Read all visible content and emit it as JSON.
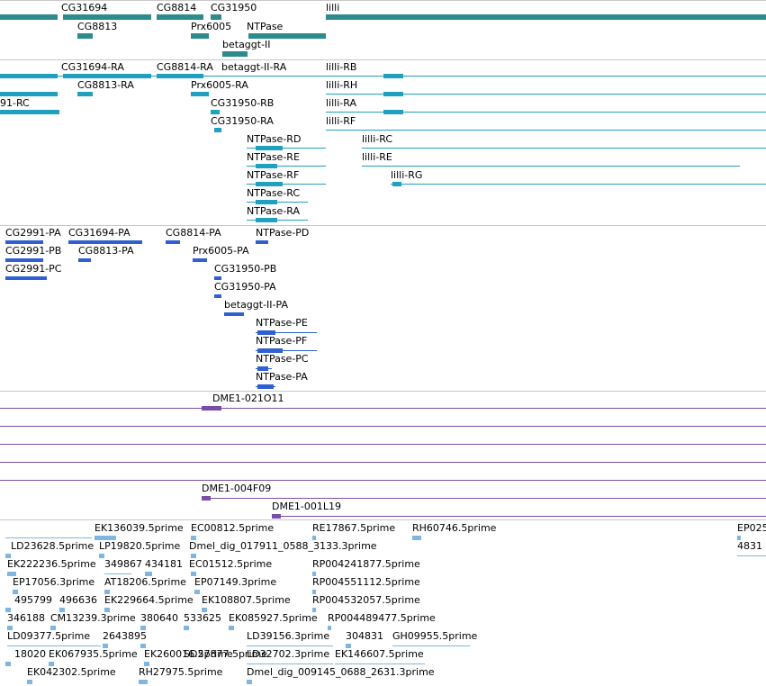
{
  "colors": {
    "gene": "#2e8b8b",
    "transcript": "#1fa0bf",
    "protein": "#2f5fd0",
    "clone": "#7a4ea8",
    "est": "#7fb6e0",
    "separator": "#c8c8c8"
  },
  "tracks": {
    "genes": [
      {
        "label": "CG31694"
      },
      {
        "label": "CG8814"
      },
      {
        "label": "CG31950"
      },
      {
        "label": "lilli"
      },
      {
        "label": "CG8813"
      },
      {
        "label": "Prx6005"
      },
      {
        "label": "NTPase"
      },
      {
        "label": "betaggt-II"
      }
    ],
    "transcripts": [
      {
        "label": "CG31694-RA"
      },
      {
        "label": "CG8814-RA"
      },
      {
        "label": "betaggt-II-RA"
      },
      {
        "label": "lilli-RB"
      },
      {
        "label": "CG8813-RA"
      },
      {
        "label": "Prx6005-RA"
      },
      {
        "label": "lilli-RH"
      },
      {
        "label": "CG31950-RB"
      },
      {
        "label": "lilli-RA"
      },
      {
        "label": "91-RC"
      },
      {
        "label": "CG31950-RA"
      },
      {
        "label": "lilli-RF"
      },
      {
        "label": "NTPase-RD"
      },
      {
        "label": "lilli-RC"
      },
      {
        "label": "NTPase-RE"
      },
      {
        "label": "lilli-RE"
      },
      {
        "label": "NTPase-RF"
      },
      {
        "label": "lilli-RG"
      },
      {
        "label": "NTPase-RC"
      },
      {
        "label": "NTPase-RA"
      }
    ],
    "proteins": [
      {
        "label": "CG2991-PA"
      },
      {
        "label": "CG31694-PA"
      },
      {
        "label": "CG8814-PA"
      },
      {
        "label": "NTPase-PD"
      },
      {
        "label": "CG2991-PB"
      },
      {
        "label": "CG8813-PA"
      },
      {
        "label": "Prx6005-PA"
      },
      {
        "label": "CG2991-PC"
      },
      {
        "label": "CG31950-PB"
      },
      {
        "label": "CG31950-PA"
      },
      {
        "label": "betaggt-II-PA"
      },
      {
        "label": "NTPase-PE"
      },
      {
        "label": "NTPase-PF"
      },
      {
        "label": "NTPase-PC"
      },
      {
        "label": "NTPase-PA"
      }
    ],
    "clones": [
      {
        "label": "DME1-021O11"
      },
      {
        "label": "DME1-004F09"
      },
      {
        "label": "DME1-001L19"
      }
    ],
    "ests": [
      {
        "label": "EK136039.5prime"
      },
      {
        "label": "EC00812.5prime"
      },
      {
        "label": "RE17867.5prime"
      },
      {
        "label": "RH60746.5prime"
      },
      {
        "label": "EP025"
      },
      {
        "label": "LD23628.5prime"
      },
      {
        "label": "LP19820.5prime"
      },
      {
        "label": "Dmel_dig_017911_0588_3133.3prime"
      },
      {
        "label": "4831"
      },
      {
        "label": "EK222236.5prime"
      },
      {
        "label": "349867"
      },
      {
        "label": "434181"
      },
      {
        "label": "EC01512.5prime"
      },
      {
        "label": "RP004241877.5prime"
      },
      {
        "label": "EP17056.3prime"
      },
      {
        "label": "AT18206.5prime"
      },
      {
        "label": "EP07149.3prime"
      },
      {
        "label": "RP004551112.5prime"
      },
      {
        "label": "495799"
      },
      {
        "label": "496636"
      },
      {
        "label": "EK229664.5prime"
      },
      {
        "label": "EK108807.5prime"
      },
      {
        "label": "RP004532057.5prime"
      },
      {
        "label": "346188"
      },
      {
        "label": "CM13239.3prime"
      },
      {
        "label": "380640"
      },
      {
        "label": "533625"
      },
      {
        "label": "EK085927.5prime"
      },
      {
        "label": "RP004489477.5prime"
      },
      {
        "label": "LD09377.5prime"
      },
      {
        "label": "264389"
      },
      {
        "label": "5"
      },
      {
        "label": "LD39156.3prime"
      },
      {
        "label": "304831"
      },
      {
        "label": "GH09955.5prime"
      },
      {
        "label": "18020"
      },
      {
        "label": "EK067935.5prime"
      },
      {
        "label": "EK260016.5prime"
      },
      {
        "label": "LD32702.3prime"
      },
      {
        "label": "EK146607.5prime"
      },
      {
        "label": "EK042302.5prime"
      },
      {
        "label": "RH27975.5prime"
      },
      {
        "label": "SD27877.5prime"
      },
      {
        "label": "Dmel_dig_009145_0688_2631.3prime"
      }
    ]
  }
}
